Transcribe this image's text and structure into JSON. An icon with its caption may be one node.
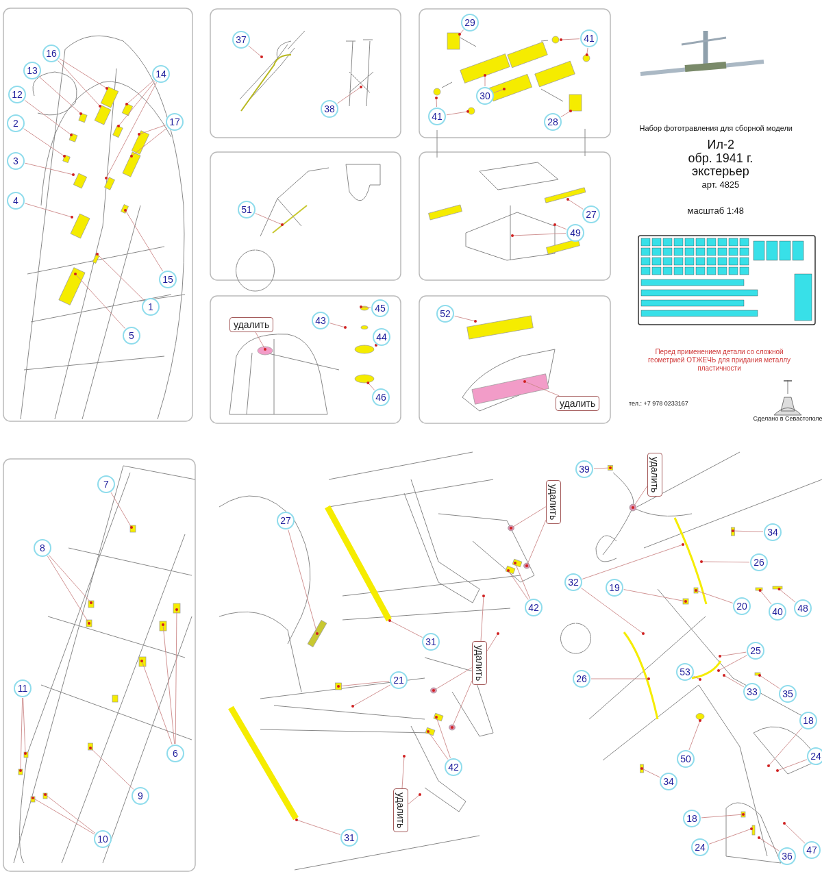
{
  "diagram": {
    "nodes": [
      {
        "text": [
          "16"
        ]
      },
      {
        "text": [
          "13"
        ]
      },
      {
        "text": [
          "12"
        ]
      },
      {
        "text": [
          "2"
        ]
      },
      {
        "text": [
          "3"
        ]
      },
      {
        "text": [
          "4"
        ]
      },
      {
        "text": [
          "14"
        ]
      },
      {
        "text": [
          "17"
        ]
      },
      {
        "text": [
          "15"
        ]
      },
      {
        "text": [
          "1"
        ]
      },
      {
        "text": [
          "5"
        ]
      },
      {
        "text": [
          "37"
        ]
      },
      {
        "text": [
          "38"
        ]
      },
      {
        "text": [
          "51"
        ]
      },
      {
        "text": [
          "удалить"
        ]
      },
      {
        "text": [
          "43"
        ]
      },
      {
        "text": [
          "45"
        ]
      },
      {
        "text": [
          "44"
        ]
      },
      {
        "text": [
          "46"
        ]
      },
      {
        "text": [
          "29"
        ]
      },
      {
        "text": [
          "41"
        ]
      },
      {
        "text": [
          "30"
        ]
      },
      {
        "text": [
          "41"
        ]
      },
      {
        "text": [
          "28"
        ]
      },
      {
        "text": [
          "27"
        ]
      },
      {
        "text": [
          "49"
        ]
      },
      {
        "text": [
          "52"
        ]
      },
      {
        "text": [
          "удалить"
        ]
      },
      {
        "text": [
          "7"
        ]
      },
      {
        "text": [
          "8"
        ]
      },
      {
        "text": [
          "11"
        ]
      },
      {
        "text": [
          "6"
        ]
      },
      {
        "text": [
          "9"
        ]
      },
      {
        "text": [
          "10"
        ]
      },
      {
        "text": [
          "27"
        ]
      },
      {
        "text": [
          "31"
        ]
      },
      {
        "text": [
          "21"
        ]
      },
      {
        "text": [
          "42"
        ]
      },
      {
        "text": [
          "удалить"
        ]
      },
      {
        "text": [
          "удалить"
        ]
      },
      {
        "text": [
          "42"
        ]
      },
      {
        "text": [
          "31"
        ]
      },
      {
        "text": [
          "удалить"
        ]
      },
      {
        "text": [
          "39"
        ]
      },
      {
        "text": [
          "удалить"
        ]
      },
      {
        "text": [
          "34"
        ]
      },
      {
        "text": [
          "26"
        ]
      },
      {
        "text": [
          "32"
        ]
      },
      {
        "text": [
          "19"
        ]
      },
      {
        "text": [
          "20"
        ]
      },
      {
        "text": [
          "40"
        ]
      },
      {
        "text": [
          "48"
        ]
      },
      {
        "text": [
          "25"
        ]
      },
      {
        "text": [
          "33"
        ]
      },
      {
        "text": [
          "35"
        ]
      },
      {
        "text": [
          "26"
        ]
      },
      {
        "text": [
          "50"
        ]
      },
      {
        "text": [
          "18"
        ]
      },
      {
        "text": [
          "24"
        ]
      },
      {
        "text": [
          "34"
        ]
      },
      {
        "text": [
          "18"
        ]
      },
      {
        "text": [
          "24"
        ]
      },
      {
        "text": [
          "36"
        ]
      },
      {
        "text": [
          "47"
        ]
      },
      {
        "text": [
          "53"
        ]
      },
      {
        "text": [],
        "shape": "circle"
      },
      {
        "text": [],
        "shape": "box"
      },
      {
        "text": [],
        "shape": "circle"
      },
      {
        "text": [],
        "shape": "circle"
      },
      {
        "text": [],
        "shape": "box"
      },
      {
        "text": [],
        "shape": "box"
      },
      {
        "text": [],
        "shape": "box"
      },
      {
        "text": [],
        "shape": "box"
      }
    ],
    "edges": [
      {
        "from": 0,
        "to": null,
        "arrow": "other"
      },
      {
        "from": 0,
        "to": null,
        "arrow": "other"
      },
      {
        "from": 1,
        "to": null,
        "arrow": "other"
      },
      {
        "from": 2,
        "to": null,
        "arrow": "other"
      },
      {
        "from": 3,
        "to": null,
        "arrow": "other"
      },
      {
        "from": 4,
        "to": null,
        "arrow": "other"
      },
      {
        "from": 5,
        "to": null,
        "arrow": "other"
      },
      {
        "from": 6,
        "to": null,
        "arrow": "other"
      },
      {
        "from": 6,
        "to": null,
        "arrow": "other"
      },
      {
        "from": 6,
        "to": null,
        "arrow": "other"
      },
      {
        "from": 7,
        "to": null,
        "arrow": "other"
      },
      {
        "from": 7,
        "to": null,
        "arrow": "other"
      },
      {
        "from": 8,
        "to": null,
        "arrow": "other"
      },
      {
        "from": 9,
        "to": null,
        "arrow": "other"
      },
      {
        "from": 10,
        "to": null,
        "arrow": "other"
      },
      {
        "from": 11,
        "to": null,
        "arrow": "other"
      },
      {
        "from": 12,
        "to": null,
        "arrow": "other"
      },
      {
        "from": 13,
        "to": null,
        "arrow": "other"
      },
      {
        "from": 14,
        "to": null,
        "arrow": "other"
      },
      {
        "from": 15,
        "to": null,
        "arrow": "other"
      },
      {
        "from": 16,
        "to": null,
        "arrow": "other"
      },
      {
        "from": 17,
        "to": null,
        "arrow": "other"
      },
      {
        "from": 18,
        "to": 65,
        "arrow": "other"
      },
      {
        "from": 19,
        "to": 66,
        "arrow": "other"
      },
      {
        "from": 20,
        "to": null,
        "arrow": "other"
      },
      {
        "from": 20,
        "to": 67,
        "arrow": "other"
      },
      {
        "from": 21,
        "to": null,
        "arrow": "other"
      },
      {
        "from": 21,
        "to": null,
        "arrow": "other"
      },
      {
        "from": 22,
        "to": null,
        "arrow": "other"
      },
      {
        "from": 22,
        "to": 68,
        "arrow": "other"
      },
      {
        "from": 23,
        "to": null,
        "arrow": "other"
      },
      {
        "from": 24,
        "to": null,
        "arrow": "other"
      },
      {
        "from": 25,
        "to": null,
        "arrow": "other"
      },
      {
        "from": 25,
        "to": null,
        "arrow": "other"
      },
      {
        "from": 26,
        "to": 69,
        "arrow": "other"
      },
      {
        "from": 27,
        "to": null,
        "arrow": "other"
      },
      {
        "from": 28,
        "to": null,
        "arrow": "other"
      },
      {
        "from": 29,
        "to": null,
        "arrow": "other"
      },
      {
        "from": 29,
        "to": null,
        "arrow": "other"
      },
      {
        "from": 30,
        "to": null,
        "arrow": "other"
      },
      {
        "from": 30,
        "to": null,
        "arrow": "other"
      },
      {
        "from": 31,
        "to": null,
        "arrow": "other"
      },
      {
        "from": 31,
        "to": null,
        "arrow": "other"
      },
      {
        "from": 31,
        "to": null,
        "arrow": "other"
      },
      {
        "from": 32,
        "to": null,
        "arrow": "other"
      },
      {
        "from": 33,
        "to": null,
        "arrow": "other"
      },
      {
        "from": 33,
        "to": null,
        "arrow": "other"
      },
      {
        "from": 34,
        "to": null,
        "arrow": "other"
      },
      {
        "from": 35,
        "to": null,
        "arrow": "other"
      },
      {
        "from": 36,
        "to": null,
        "arrow": "other"
      },
      {
        "from": 36,
        "to": null,
        "arrow": "other"
      },
      {
        "from": 37,
        "to": null,
        "arrow": "other"
      },
      {
        "from": 37,
        "to": null,
        "arrow": "other"
      },
      {
        "from": 38,
        "to": null,
        "arrow": "other"
      },
      {
        "from": 38,
        "to": null,
        "arrow": "other"
      },
      {
        "from": 39,
        "to": null,
        "arrow": "other"
      },
      {
        "from": 39,
        "to": null,
        "arrow": "other"
      },
      {
        "from": 39,
        "to": null,
        "arrow": "other"
      },
      {
        "from": 39,
        "to": null,
        "arrow": "other"
      },
      {
        "from": 40,
        "to": null,
        "arrow": "other"
      },
      {
        "from": 40,
        "to": null,
        "arrow": "other"
      },
      {
        "from": 41,
        "to": null,
        "arrow": "other"
      },
      {
        "from": 42,
        "to": null,
        "arrow": "other"
      },
      {
        "from": 42,
        "to": null,
        "arrow": "other"
      },
      {
        "from": 43,
        "to": null,
        "arrow": "other"
      },
      {
        "from": 44,
        "to": null,
        "arrow": "other"
      },
      {
        "from": 45,
        "to": null,
        "arrow": "other"
      },
      {
        "from": 46,
        "to": null,
        "arrow": "other"
      },
      {
        "from": 47,
        "to": null,
        "arrow": "other"
      },
      {
        "from": 47,
        "to": null,
        "arrow": "other"
      },
      {
        "from": 48,
        "to": null,
        "arrow": "other"
      },
      {
        "from": 49,
        "to": null,
        "arrow": "other"
      },
      {
        "from": 50,
        "to": 70,
        "arrow": "other"
      },
      {
        "from": 51,
        "to": 71,
        "arrow": "other"
      },
      {
        "from": 52,
        "to": null,
        "arrow": "other"
      },
      {
        "from": 52,
        "to": null,
        "arrow": "other"
      },
      {
        "from": 53,
        "to": null,
        "arrow": "other"
      },
      {
        "from": 54,
        "to": 72,
        "arrow": "other"
      },
      {
        "from": 55,
        "to": null,
        "arrow": "other"
      },
      {
        "from": 56,
        "to": null,
        "arrow": "other"
      },
      {
        "from": 57,
        "to": null,
        "arrow": "other"
      },
      {
        "from": 58,
        "to": null,
        "arrow": "other"
      },
      {
        "from": 59,
        "to": null,
        "arrow": "other"
      },
      {
        "from": 60,
        "to": null,
        "arrow": "other"
      },
      {
        "from": 61,
        "to": null,
        "arrow": "other"
      },
      {
        "from": 62,
        "to": null,
        "arrow": "other"
      },
      {
        "from": 63,
        "to": null,
        "arrow": "other"
      },
      {
        "from": 64,
        "to": null,
        "arrow": "other"
      }
    ],
    "labels": [
      "Набор фототравления для сборной модели",
      "Ил-2",
      "обр. 1941 г.",
      "экстерьер",
      "арт. 4825",
      "масштаб 1:48",
      "Перед применением детали со сложной геометрией ОТЖЕЧЬ для придания металлу пластичности",
      "тел.: +7 978 0233167",
      "Сделано в Севастополе"
    ]
  }
}
